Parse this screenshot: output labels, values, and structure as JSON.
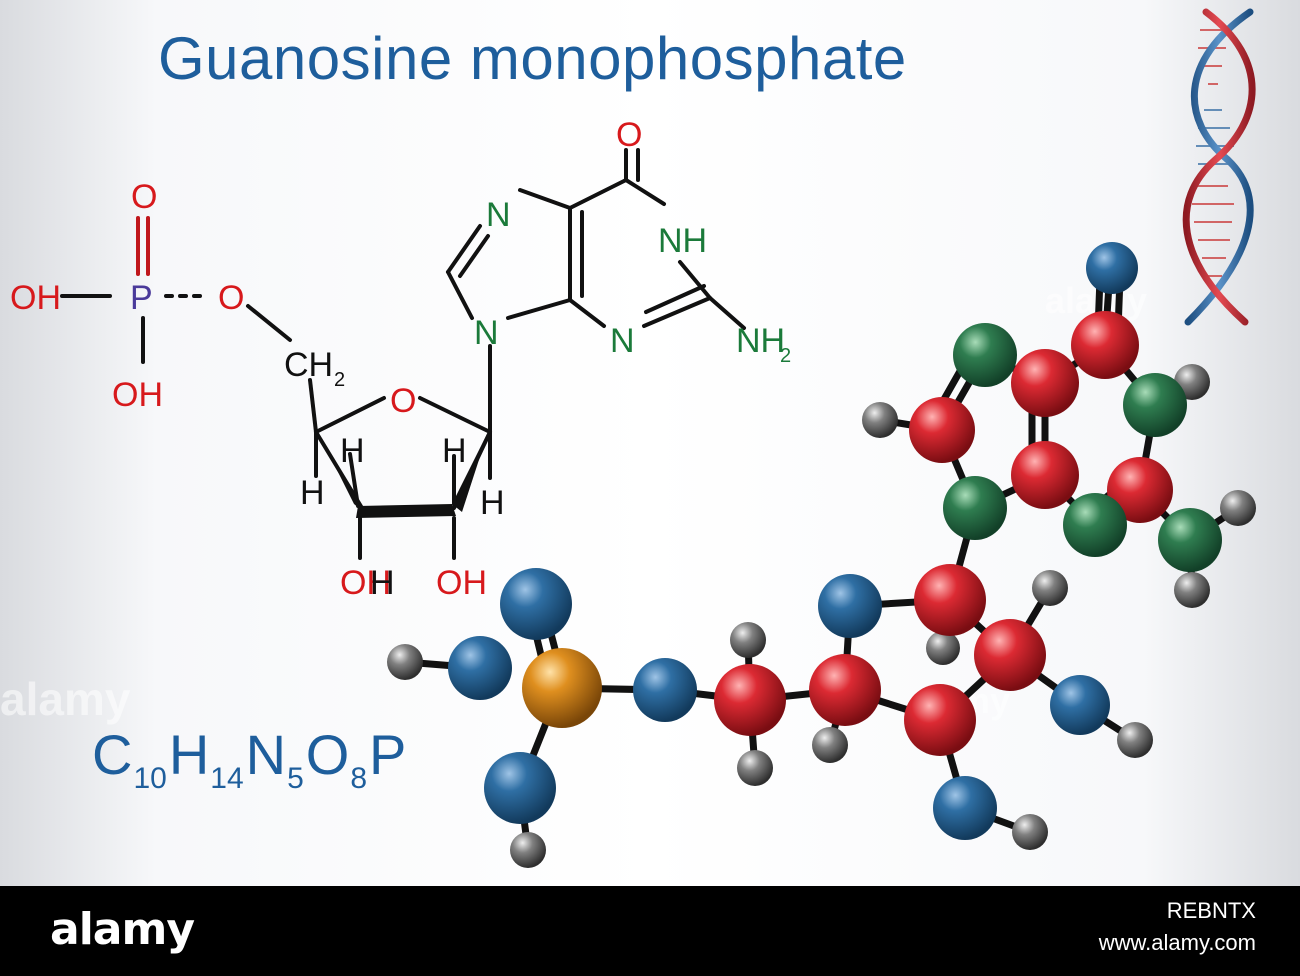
{
  "title": "Guanosine monophosphate",
  "formula": {
    "parts": [
      {
        "el": "C",
        "n": "10"
      },
      {
        "el": "H",
        "n": "14"
      },
      {
        "el": "N",
        "n": "5"
      },
      {
        "el": "O",
        "n": "8"
      },
      {
        "el": "P",
        "n": ""
      }
    ]
  },
  "structure_labels": {
    "phosphate_O_double": "O",
    "phosphate_P": "P",
    "phosphate_OH_left": "OH",
    "phosphate_OH_bottom": "OH",
    "phosphate_O_ester": "O",
    "ch2": "CH",
    "ch2_sub": "2",
    "ring_O": "O",
    "H1": "H",
    "H2": "H",
    "H3": "H",
    "H4": "H",
    "H5": "H",
    "OH_c3": "OH",
    "OH_c2": "OH",
    "N7": "N",
    "N9": "N",
    "N3": "N",
    "NH1": "NH",
    "O6": "O",
    "NH2": "NH",
    "NH2_sub": "2"
  },
  "colors": {
    "title": "#1e5e9c",
    "oxygen": "#d7191c",
    "nitrogen": "#1b7a3a",
    "phosphorus": "#4a3a9a",
    "carbon_bond": "#111111",
    "ball_oxygen": "#1f5f8e",
    "ball_carbon": "#d9232d",
    "ball_nitrogen": "#2b7a4b",
    "ball_hydrogen": "#7a7a7a",
    "ball_phosphorus": "#d98a1e"
  },
  "icons": {
    "dna": "dna-helix-icon"
  },
  "watermark": "alamy",
  "footer": {
    "logo": "alamy",
    "image_id": "REBNTX",
    "url": "www.alamy.com"
  }
}
